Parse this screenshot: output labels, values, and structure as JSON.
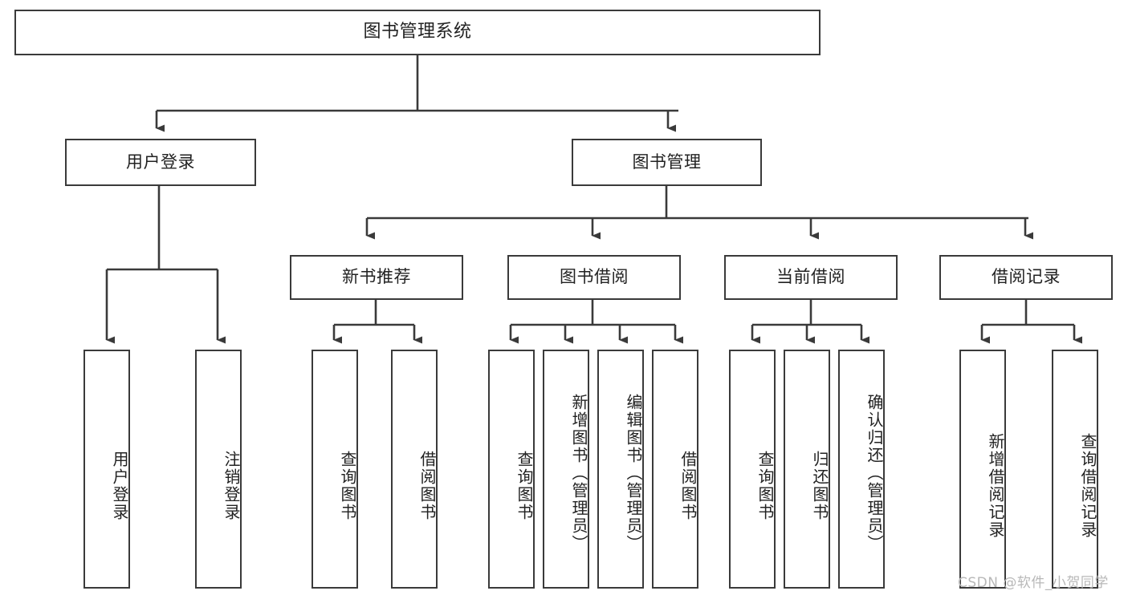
{
  "diagram": {
    "type": "tree-hierarchy",
    "title": "图书管理系统",
    "orientation": "top-down",
    "colors": {
      "box_border": "#3a3a3a",
      "box_fill": "#ffffff",
      "edge": "#3a3a3a",
      "text": "#222222",
      "watermark": "#b8b8b8",
      "background": "#ffffff"
    },
    "nodes": {
      "root": {
        "label": "图书管理系统"
      },
      "level2": [
        {
          "id": "user-login",
          "label": "用户登录"
        },
        {
          "id": "book-manage",
          "label": "图书管理"
        }
      ],
      "level3": [
        {
          "id": "new-book-recommend",
          "label": "新书推荐"
        },
        {
          "id": "book-borrow",
          "label": "图书借阅"
        },
        {
          "id": "current-borrow",
          "label": "当前借阅"
        },
        {
          "id": "borrow-record",
          "label": "借阅记录"
        }
      ],
      "leaves": {
        "user-login": [
          {
            "id": "leaf-user-login",
            "label": "用户登录"
          },
          {
            "id": "leaf-user-logout",
            "label": "注销登录"
          }
        ],
        "new-book-recommend": [
          {
            "id": "leaf-query-book-1",
            "label": "查询图书"
          },
          {
            "id": "leaf-borrow-book-1",
            "label": "借阅图书"
          }
        ],
        "book-borrow": [
          {
            "id": "leaf-query-book-2",
            "label": "查询图书"
          },
          {
            "id": "leaf-add-book",
            "label": "新增图书（管理员）"
          },
          {
            "id": "leaf-edit-book",
            "label": "编辑图书（管理员）"
          },
          {
            "id": "leaf-borrow-book-2",
            "label": "借阅图书"
          }
        ],
        "current-borrow": [
          {
            "id": "leaf-query-book-3",
            "label": "查询图书"
          },
          {
            "id": "leaf-return-book",
            "label": "归还图书"
          },
          {
            "id": "leaf-confirm-return",
            "label": "确认归还（管理员）"
          }
        ],
        "borrow-record": [
          {
            "id": "leaf-add-record",
            "label": "新增借阅记录"
          },
          {
            "id": "leaf-query-record",
            "label": "查询借阅记录"
          }
        ]
      }
    },
    "watermark": "CSDN @软件_小贺同学"
  }
}
